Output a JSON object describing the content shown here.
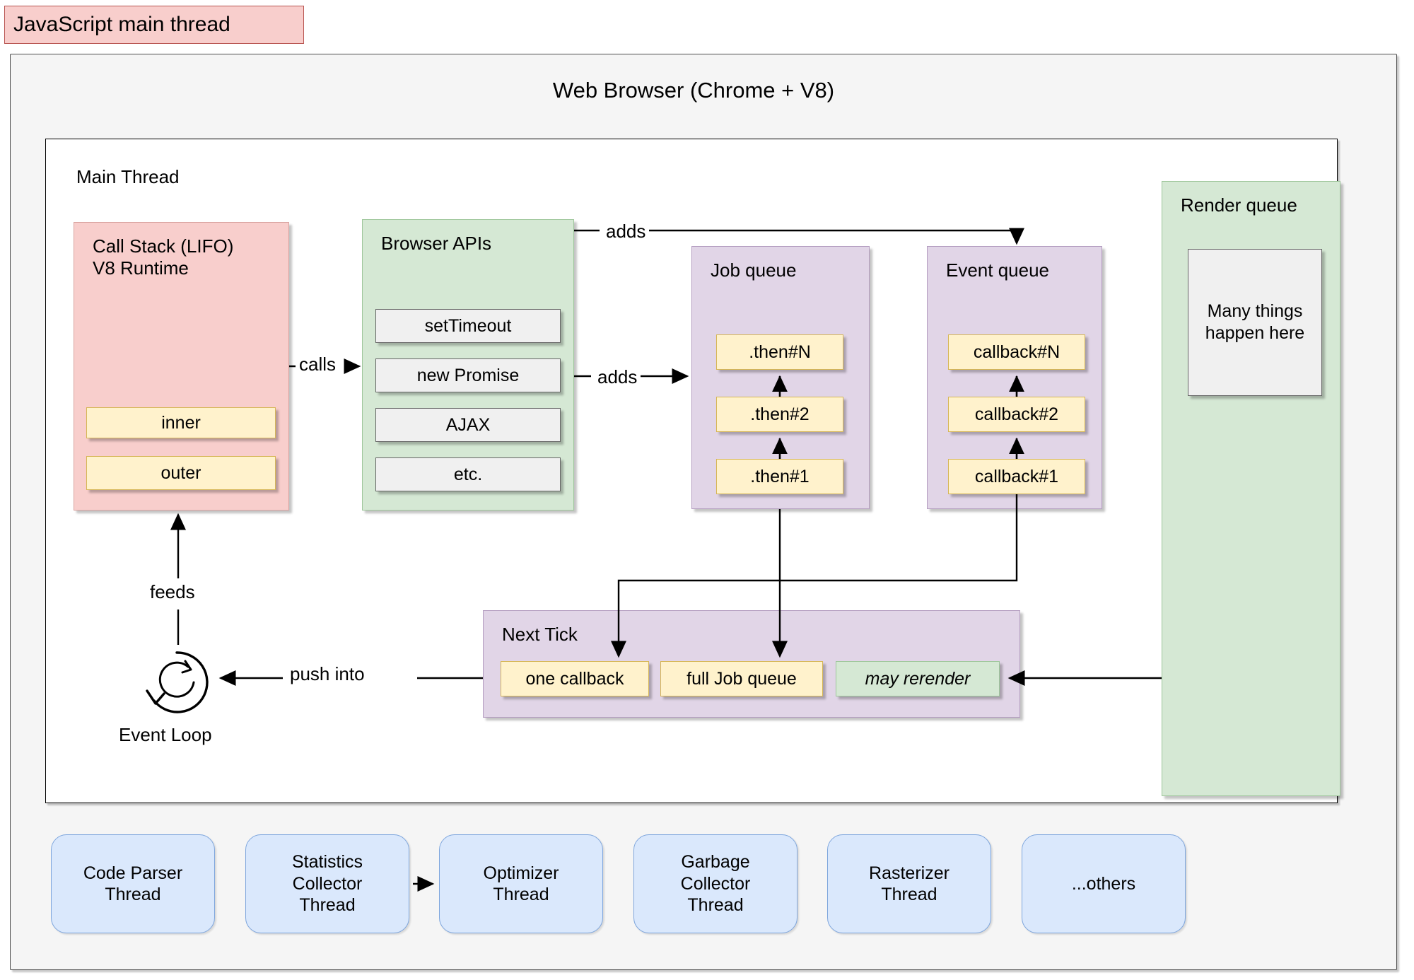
{
  "page": {
    "thread_label": "JavaScript main thread",
    "browser_title": "Web Browser (Chrome + V8)",
    "main_thread_title": "Main Thread"
  },
  "call_stack": {
    "title": "Call Stack (LIFO)\nV8 Runtime",
    "frames": [
      {
        "label": "inner"
      },
      {
        "label": "outer"
      }
    ]
  },
  "browser_apis": {
    "title": "Browser APIs",
    "items": [
      {
        "label": "setTimeout"
      },
      {
        "label": "new Promise"
      },
      {
        "label": "AJAX"
      },
      {
        "label": "etc."
      }
    ]
  },
  "job_queue": {
    "title": "Job queue",
    "items": [
      {
        "label": ".then#N"
      },
      {
        "label": ".then#2"
      },
      {
        "label": ".then#1"
      }
    ]
  },
  "event_queue": {
    "title": "Event queue",
    "items": [
      {
        "label": "callback#N"
      },
      {
        "label": "callback#2"
      },
      {
        "label": "callback#1"
      }
    ]
  },
  "render_queue": {
    "title": "Render queue",
    "note": "Many things\nhappen here"
  },
  "next_tick": {
    "title": "Next Tick",
    "items": [
      {
        "label": "one callback",
        "style": "yellow"
      },
      {
        "label": "full Job queue",
        "style": "yellow"
      },
      {
        "label": "may rerender",
        "style": "green-italic"
      }
    ]
  },
  "event_loop": {
    "label": "Event Loop",
    "icon": "circular-arrow-icon"
  },
  "edges": {
    "calls": "calls",
    "adds_top": "adds",
    "adds_mid": "adds",
    "feeds": "feeds",
    "push_into": "push into"
  },
  "worker_threads": [
    {
      "label": "Code Parser\nThread"
    },
    {
      "label": "Statistics\nCollector\nThread"
    },
    {
      "label": "Optimizer\nThread"
    },
    {
      "label": "Garbage\nCollector\nThread"
    },
    {
      "label": "Rasterizer\nThread"
    },
    {
      "label": "...others"
    }
  ],
  "colors": {
    "pink": "#f8cecc",
    "green": "#d5e8d4",
    "purple": "#e1d5e7",
    "yellow": "#fff2cc",
    "blue": "#dae8fc",
    "gray": "#f0f0f0",
    "frame": "#f5f5f5"
  }
}
